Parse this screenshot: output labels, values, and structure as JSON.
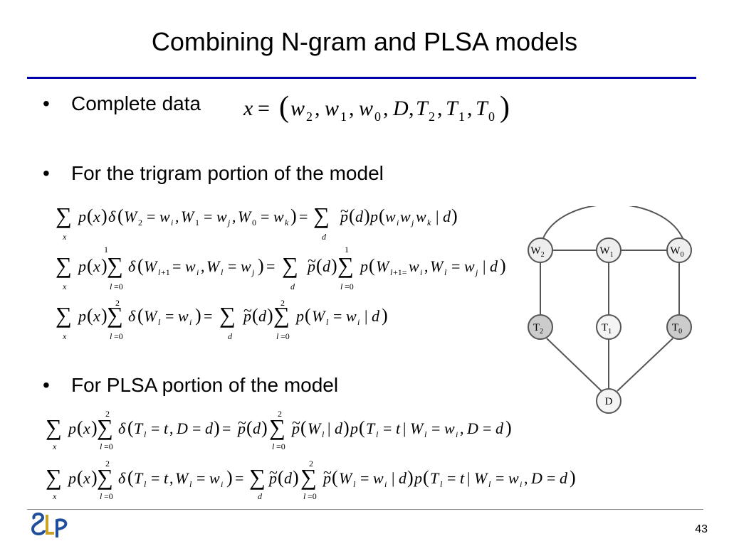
{
  "slide": {
    "title": "Combining N-gram and PLSA models",
    "bullets": [
      {
        "symbol": "•",
        "text": "Complete data"
      },
      {
        "symbol": "•",
        "text": "For the trigram portion of the model"
      },
      {
        "symbol": "•",
        "text": "For PLSA portion of the model"
      }
    ],
    "page_number": "43",
    "logo_text": "SLP"
  },
  "graph": {
    "nodes": [
      "W2",
      "W1",
      "W0",
      "T2",
      "T1",
      "T0",
      "D"
    ]
  },
  "colors": {
    "rule": "#0000a8",
    "node_top": "#eeeeee",
    "node_topic": "#cccccc",
    "node_doc": "#f4f4f4",
    "logo_blue": "#1f4e9c",
    "logo_gold": "#c9a227"
  }
}
